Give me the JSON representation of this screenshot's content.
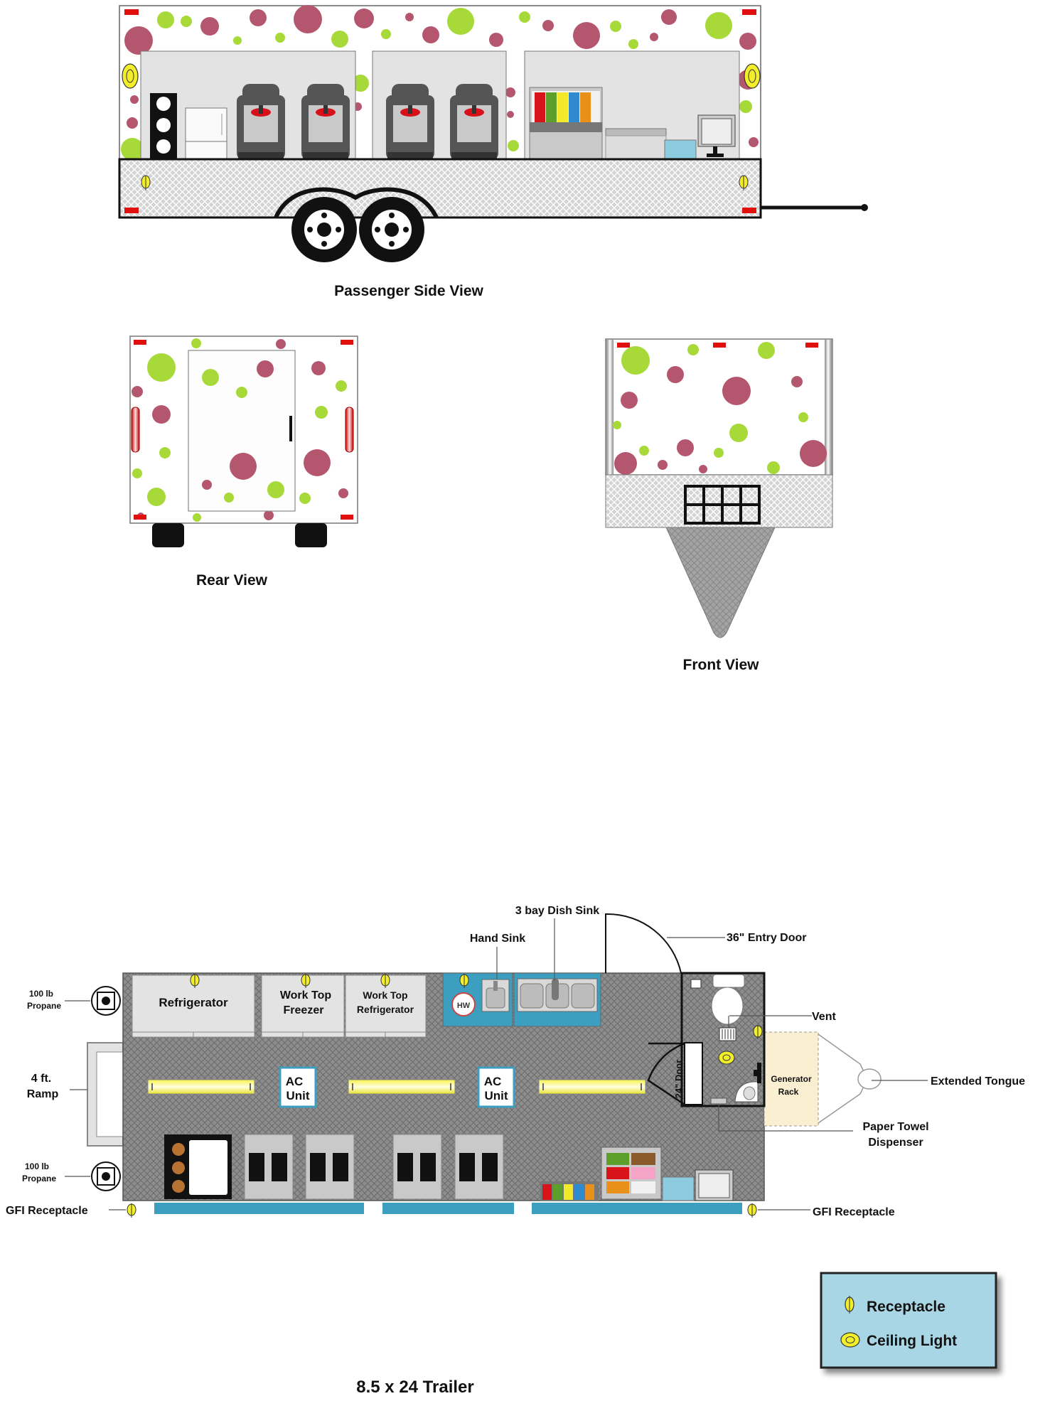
{
  "labels": {
    "side_view": "Passenger Side View",
    "rear_view": "Rear View",
    "front_view": "Front View",
    "title": "8.5 x 24 Trailer"
  },
  "equipment": {
    "refrigerator": "Refrigerator",
    "wt_freezer_1": "Work Top",
    "wt_freezer_2": "Freezer",
    "wt_fridge_1": "Work Top",
    "wt_fridge_2": "Refrigerator",
    "hw": "HW",
    "ac1_1": "AC",
    "ac1_2": "Unit",
    "ac2_1": "AC",
    "ac2_2": "Unit",
    "door24": "24\" Door",
    "generator_1": "Generator",
    "generator_2": "Rack"
  },
  "callouts": {
    "dish_sink": "3 bay Dish Sink",
    "hand_sink": "Hand Sink",
    "entry_door": "36\" Entry Door",
    "vent": "Vent",
    "extended_tongue": "Extended Tongue",
    "paper_towel_1": "Paper Towel",
    "paper_towel_2": "Dispenser",
    "gfi_left": "GFI Receptacle",
    "gfi_right": "GFI Receptacle",
    "propane_top_1": "100 lb",
    "propane_top_2": "Propane",
    "propane_bottom_1": "100 lb",
    "propane_bottom_2": "Propane",
    "ramp_1": "4 ft.",
    "ramp_2": "Ramp"
  },
  "legend": {
    "receptacle": "Receptacle",
    "ceiling_light": "Ceiling Light"
  },
  "colors": {
    "polka_pink": "#b5566f",
    "polka_green": "#a7d939",
    "steel": "#d8d8d8",
    "floor": "#8c8c8c",
    "teal": "#3c9fc0",
    "counter_blue": "#2e8fb5",
    "generator": "#fbefd2",
    "yellow": "#f2ee2c",
    "red_light": "#e0100e"
  }
}
